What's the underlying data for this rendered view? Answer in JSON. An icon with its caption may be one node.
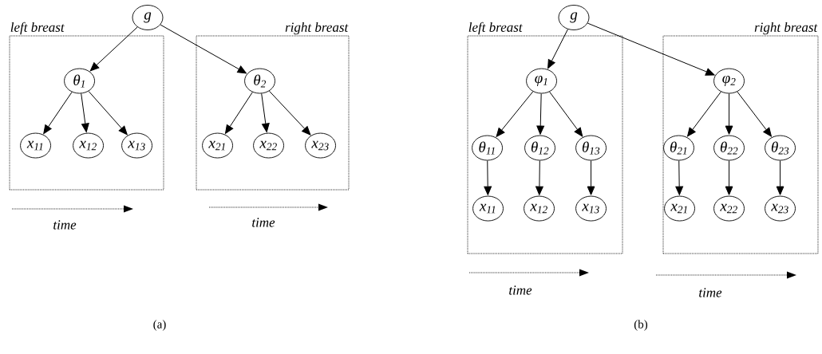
{
  "diagram": {
    "nodes": [
      {
        "text": [
          "g"
        ]
      },
      {
        "text": [
          "left breast"
        ]
      },
      {
        "text": [
          "θ$_{1}$"
        ],
        "in": 1
      },
      {
        "text": [
          "x$_{11}$"
        ],
        "in": 1
      },
      {
        "text": [
          "x$_{12}$"
        ],
        "in": 1
      },
      {
        "text": [
          "x$_{13}$"
        ],
        "in": 1
      },
      {
        "text": [
          "right breast"
        ]
      },
      {
        "text": [
          "θ$_{2}$"
        ],
        "in": 6
      },
      {
        "text": [
          "x$_{21}$"
        ],
        "in": 6
      },
      {
        "text": [
          "x$_{22}$"
        ],
        "in": 6
      },
      {
        "text": [
          "x$_{23}$"
        ],
        "in": 6
      },
      {
        "text": [
          "g"
        ]
      },
      {
        "text": [
          "left breast"
        ]
      },
      {
        "text": [
          "φ$_{1}$"
        ],
        "in": 12
      },
      {
        "text": [
          "θ$_{11}$"
        ],
        "in": 12
      },
      {
        "text": [
          "θ$_{12}$"
        ],
        "in": 12
      },
      {
        "text": [
          "θ$_{13}$"
        ],
        "in": 12
      },
      {
        "text": [
          "x$_{11}$"
        ],
        "in": 12
      },
      {
        "text": [
          "x$_{12}$"
        ],
        "in": 12
      },
      {
        "text": [
          "x$_{13}$"
        ],
        "in": 12
      },
      {
        "text": [
          "right breast"
        ]
      },
      {
        "text": [
          "φ$_{2}$"
        ],
        "in": 20
      },
      {
        "text": [
          "θ$_{21}$"
        ],
        "in": 20
      },
      {
        "text": [
          "θ$_{22}$"
        ],
        "in": 20
      },
      {
        "text": [
          "θ$_{23}$"
        ],
        "in": 20
      },
      {
        "text": [
          "x$_{21}$"
        ],
        "in": 20
      },
      {
        "text": [
          "x$_{22}$"
        ],
        "in": 20
      },
      {
        "text": [
          "x$_{23}$"
        ],
        "in": 20
      }
    ],
    "edges": [
      {
        "from": 0,
        "to": 2,
        "arrow": "to"
      },
      {
        "from": 0,
        "to": 7,
        "arrow": "to"
      },
      {
        "from": 2,
        "to": 3,
        "arrow": "to"
      },
      {
        "from": 2,
        "to": 4,
        "arrow": "to"
      },
      {
        "from": 2,
        "to": 5,
        "arrow": "to"
      },
      {
        "from": 7,
        "to": 8,
        "arrow": "to"
      },
      {
        "from": 7,
        "to": 9,
        "arrow": "to"
      },
      {
        "from": 7,
        "to": 10,
        "arrow": "to"
      },
      {
        "from": 11,
        "to": 13,
        "arrow": "to"
      },
      {
        "from": 11,
        "to": 21,
        "arrow": "to"
      },
      {
        "from": 13,
        "to": 14,
        "arrow": "to"
      },
      {
        "from": 13,
        "to": 15,
        "arrow": "to"
      },
      {
        "from": 13,
        "to": 16,
        "arrow": "to"
      },
      {
        "from": 14,
        "to": 17,
        "arrow": "to"
      },
      {
        "from": 15,
        "to": 18,
        "arrow": "to"
      },
      {
        "from": 16,
        "to": 19,
        "arrow": "to"
      },
      {
        "from": 21,
        "to": 22,
        "arrow": "to"
      },
      {
        "from": 21,
        "to": 23,
        "arrow": "to"
      },
      {
        "from": 21,
        "to": 24,
        "arrow": "to"
      },
      {
        "from": 22,
        "to": 25,
        "arrow": "to"
      },
      {
        "from": 23,
        "to": 26,
        "arrow": "to"
      },
      {
        "from": 24,
        "to": 27,
        "arrow": "to"
      }
    ],
    "labels": [
      "time",
      "time",
      "time",
      "time",
      "(a)",
      "(b)"
    ]
  }
}
